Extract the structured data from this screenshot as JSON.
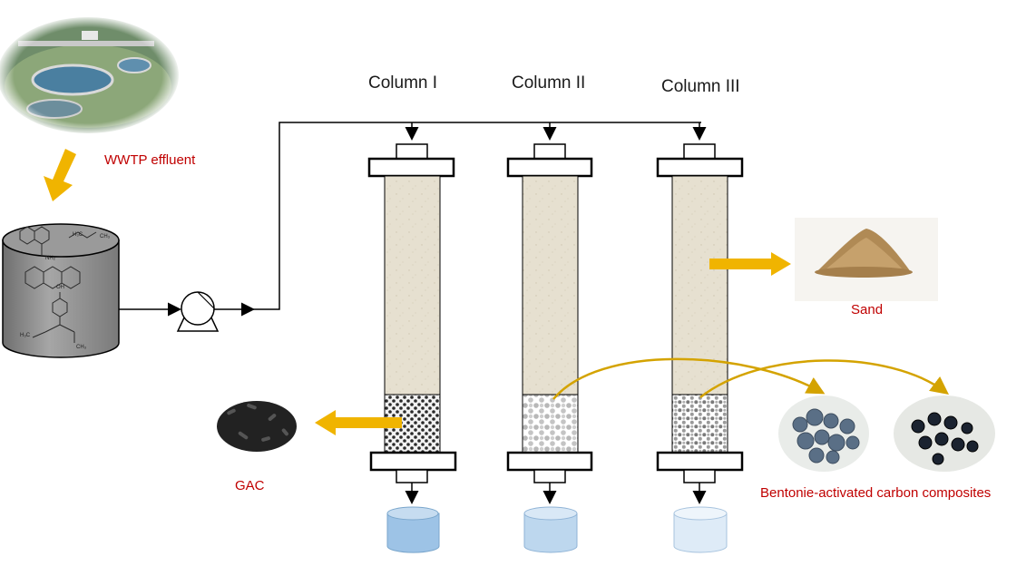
{
  "labels": {
    "column_1": "Column I",
    "column_2": "Column II",
    "column_3": "Column III",
    "wwtp": "WWTP effluent",
    "sand": "Sand",
    "gac": "GAC",
    "composites": "Bentonie-activated carbon composites"
  },
  "tank_chemistry": {
    "ch3_a": "H₃C",
    "ch3_b": "CH₃",
    "oh": "OH",
    "nh2": "NH₂",
    "h3c": "H₃C",
    "ch3": "CH₃"
  },
  "colors": {
    "label_red": "#c00000",
    "arrow_gold": "#f0b400",
    "column_fill": "#e6e0d0",
    "tank_gray": "#8a8a8a",
    "bottle_1": "#9dc3e6",
    "bottle_2": "#bdd7ee",
    "bottle_3": "#deebf7"
  },
  "icons": [
    "wwtp-photo-icon",
    "tank-icon",
    "pump-icon",
    "sand-pile-icon",
    "gac-pile-icon",
    "composite-beads-icon"
  ]
}
